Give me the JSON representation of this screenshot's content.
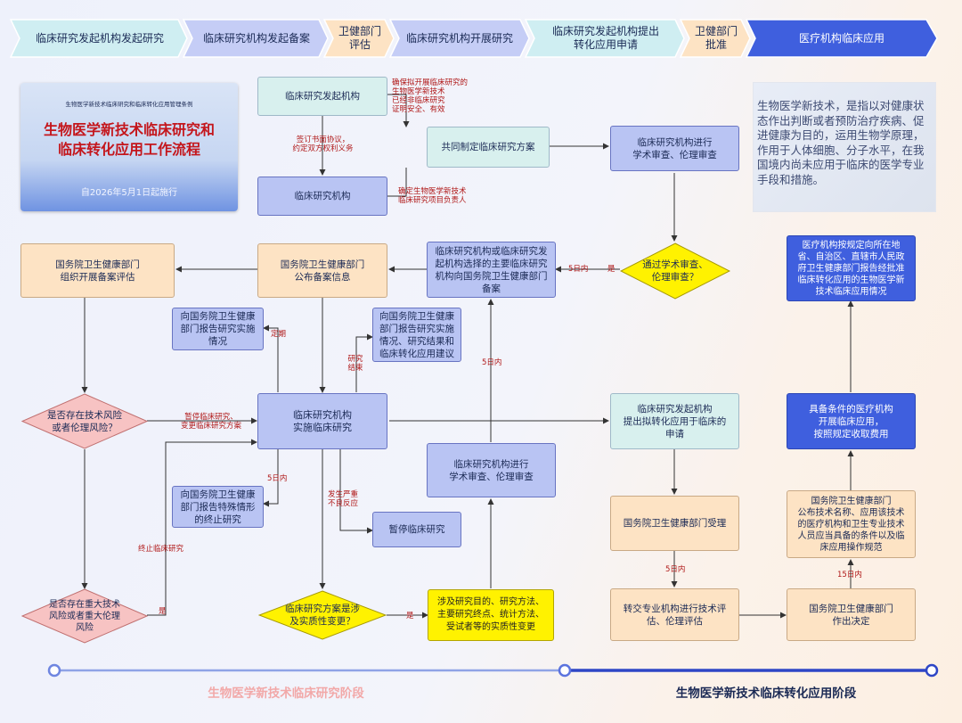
{
  "stages": [
    {
      "label": "临床研究发起机构发起研究",
      "color": "#cfeef2"
    },
    {
      "label": "临床研究机构发起备案",
      "color": "#c5cdf6"
    },
    {
      "label": "卫健部门\n评估",
      "color": "#fde3c4"
    },
    {
      "label": "临床研究机构开展研究",
      "color": "#c5cdf6"
    },
    {
      "label": "临床研究发起机构提出\n转化应用申请",
      "color": "#cfeef2"
    },
    {
      "label": "卫健部门\n批准",
      "color": "#fde3c4"
    },
    {
      "label": "医疗机构临床应用",
      "color": "#3f5fde"
    }
  ],
  "title_card": {
    "header": "生物医学新技术临床研究和临床转化应用管理条例",
    "title": "生物医学新技术临床研究和\n临床转化应用工作流程",
    "date": "自2026年5月1日起施行"
  },
  "definition": "生物医学新技术，是指以对健康状态作出判断或者预防治疗疾病、促进健康为目的，运用生物学原理，作用于人体细胞、分子水平，在我国境内尚未应用于临床的医学专业手段和措施。",
  "boxes": {
    "sponsor": "临床研究发起机构",
    "institution": "临床研究机构",
    "co_plan": "共同制定临床研究方案",
    "review1": "临床研究机构进行\n学术审查、伦理审查",
    "nhc_evaluate": "国务院卫生健康部门\n组织开展备案评估",
    "nhc_publish": "国务院卫生健康部门\n公布备案信息",
    "filing": "临床研究机构或临床研究发\n起机构选择的主要临床研究\n机构向国务院卫生健康部门\n备案",
    "report_periodic": "向国务院卫生健康\n部门报告研究实施\n情况",
    "report_final": "向国务院卫生健康\n部门报告研究实施\n情况、研究结果和\n临床转化应用建议",
    "implement": "临床研究机构\n实施临床研究",
    "report_special": "向国务院卫生健康\n部门报告特殊情形\n的终止研究",
    "pause": "暂停临床研究",
    "review2": "临床研究机构进行\n学术审查、伦理审查",
    "substantive": "涉及研究目的、研究方法、\n主要研究终点、统计方法、\n受试者等的实质性变更",
    "apply": "临床研究发起机构\n提出拟转化应用于临床的\n申请",
    "nhc_accept": "国务院卫生健康部门受理",
    "expert_eval": "转交专业机构进行技术评\n估、伦理评估",
    "nhc_decide": "国务院卫生健康部门\n作出决定",
    "nhc_publish_tech": "国务院卫生健康部门\n公布技术名称、应用该技术\n的医疗机构和卫生专业技术\n人员应当具备的条件以及临\n床应用操作规范",
    "qualified": "具备条件的医疗机构\n开展临床应用，\n按照规定收取费用",
    "report_local": "医疗机构按规定向所在地\n省、自治区、直辖市人民政\n府卫生健康部门报告经批准\n临床转化应用的生物医学新\n技术临床应用情况"
  },
  "diamonds": {
    "pass_review": "通过学术审查、\n伦理审查？",
    "tech_risk": "是否存在技术风险\n或者伦理风险？",
    "major_risk": "是否存在重大技术\n风险或者重大伦理\n风险",
    "plan_change": "临床研究方案是涉\n及实质性变更？"
  },
  "notes": {
    "sponsor_duty": "确保拟开展临床研究的\n生物医学新技术\n已经非临床研究\n证明安全、有效",
    "agreement": "签订书面协议，\n约定双方权利义务",
    "responsible": "确定生物医学新技术\n临床研究项目负责人",
    "five_days_a": "5日内",
    "yes_a": "是",
    "regular": "定期",
    "finished": "研究\n结束",
    "five_days_b": "5日内",
    "pause_change": "暂停临床研究、\n变更临床研究方案",
    "five_days_c": "5日内",
    "severe": "发生严重\n不良反应",
    "terminate": "终止临床研究",
    "yes_b": "是",
    "yes_c": "是",
    "five_days_d": "5日内",
    "fifteen_days": "15日内"
  },
  "phases": {
    "research": "生物医学新技术临床研究阶段",
    "translation": "生物医学新技术临床转化应用阶段"
  },
  "colors": {
    "teal": "#d8f0ee",
    "blue": "#b9c4f3",
    "peach": "#fde3c4",
    "yellow": "#fff200",
    "dark": "#3f5fde",
    "diamond_pink": "#f7c3c3",
    "diamond_yellow": "#fff200",
    "note_red": "#b01818",
    "accent": "#2e46c6"
  }
}
